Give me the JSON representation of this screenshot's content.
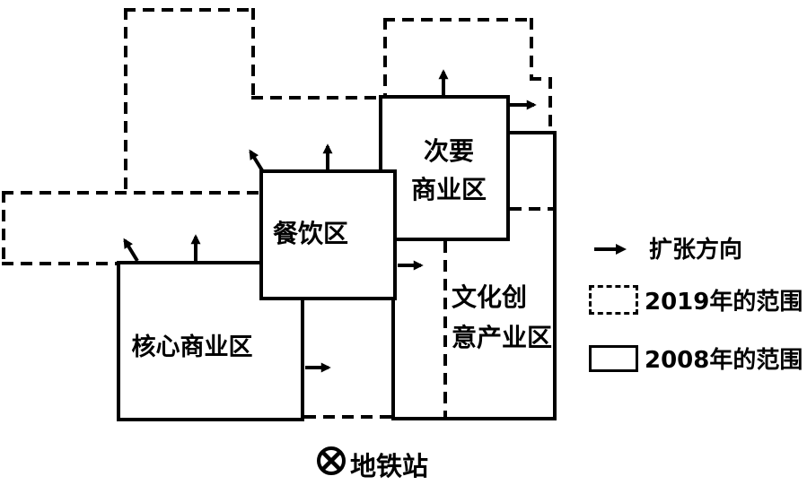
{
  "diagram": {
    "regions": {
      "hexin": {
        "label": "核心商业区"
      },
      "canyin": {
        "label": "餐饮区"
      },
      "ciyao": {
        "line1": "次要",
        "line2": "商业区"
      },
      "wenchuang": {
        "line1": "文化创",
        "line2": "意产业区"
      }
    },
    "legend": {
      "expansion_label": "扩张方向",
      "range2019_label": "2019年的范围",
      "range2008_label": "2008年的范围"
    },
    "metro_label": "地铁站",
    "icons": {
      "expansion": "arrow-right-icon",
      "range2019": "dashed-rect-icon",
      "range2008": "solid-rect-icon",
      "metro": "circle-x-metro-icon"
    },
    "colors": {
      "line": "#000000",
      "background": "#ffffff"
    }
  }
}
